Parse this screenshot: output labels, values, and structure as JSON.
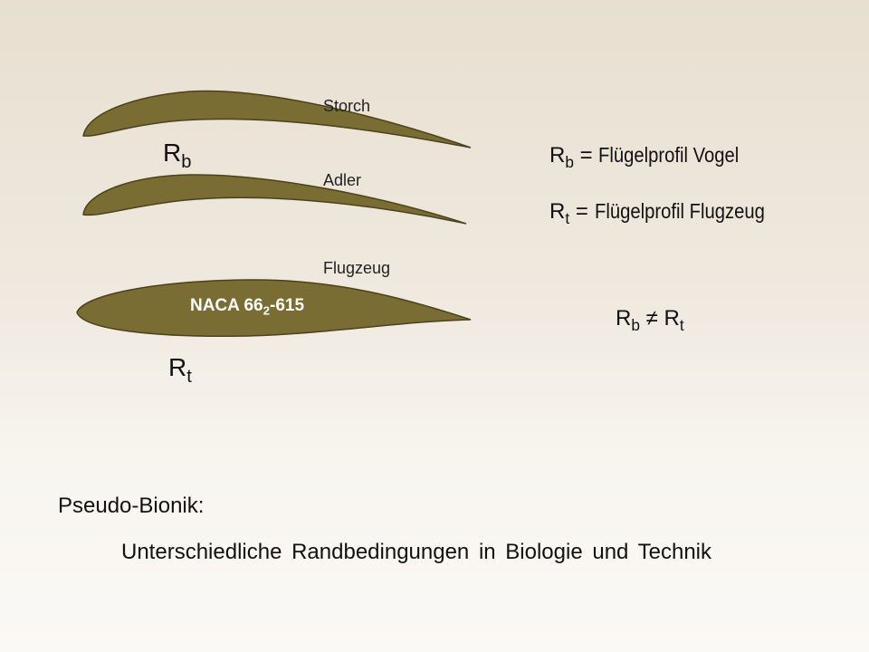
{
  "profiles": {
    "storch": {
      "label": "Storch"
    },
    "adler": {
      "label": "Adler"
    },
    "flugzeug": {
      "label": "Flugzeug",
      "profile_name": "NACA 66",
      "profile_sub": "2",
      "profile_suffix": "-615"
    }
  },
  "symbols": {
    "rb_base": "R",
    "rb_sub": "b",
    "rt_base": "R",
    "rt_sub": "t"
  },
  "definitions": {
    "rb_text": " = ",
    "rb_word": "Flügelprofil Vogel",
    "rt_text": " = ",
    "rt_word": "Flügelprofil Flugzeug",
    "neq_symbol": " ≠ "
  },
  "caption": {
    "heading": "Pseudo-Bionik:",
    "subtitle": "Unterschiedliche Randbedingungen in Biologie und Technik"
  },
  "colors": {
    "profile_fill": "#7a6d33",
    "profile_stroke": "#4a421c"
  }
}
